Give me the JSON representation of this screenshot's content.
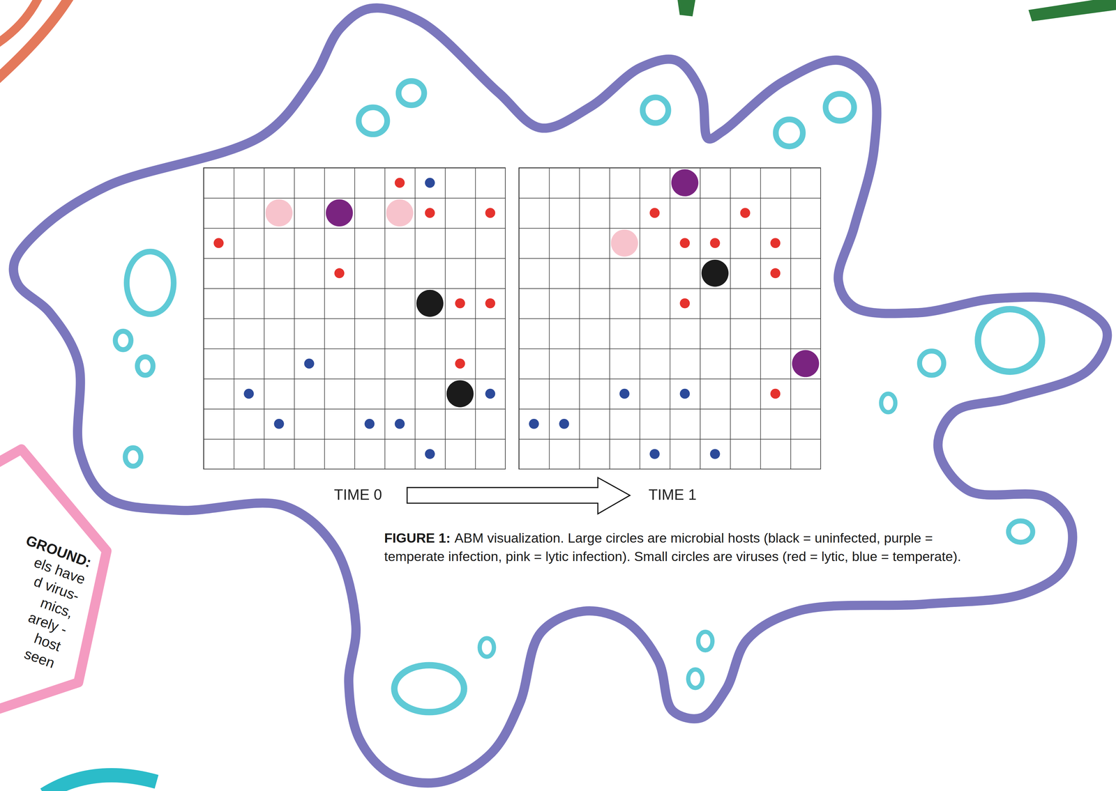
{
  "diagram": {
    "caption": "ABM visualization. Large circles are microbial hosts (black = uninfected, purple = temperate infection, pink = lytic infection). Small circles are viruses (red = lytic, blue = temperate).",
    "nodes": [
      {
        "text": [
          "GROUND:",
          "els have d virus- mics, arely -host seen"
        ]
      }
    ],
    "labels": [
      "TIME 0",
      "TIME 1",
      "FIGURE 1:"
    ]
  }
}
